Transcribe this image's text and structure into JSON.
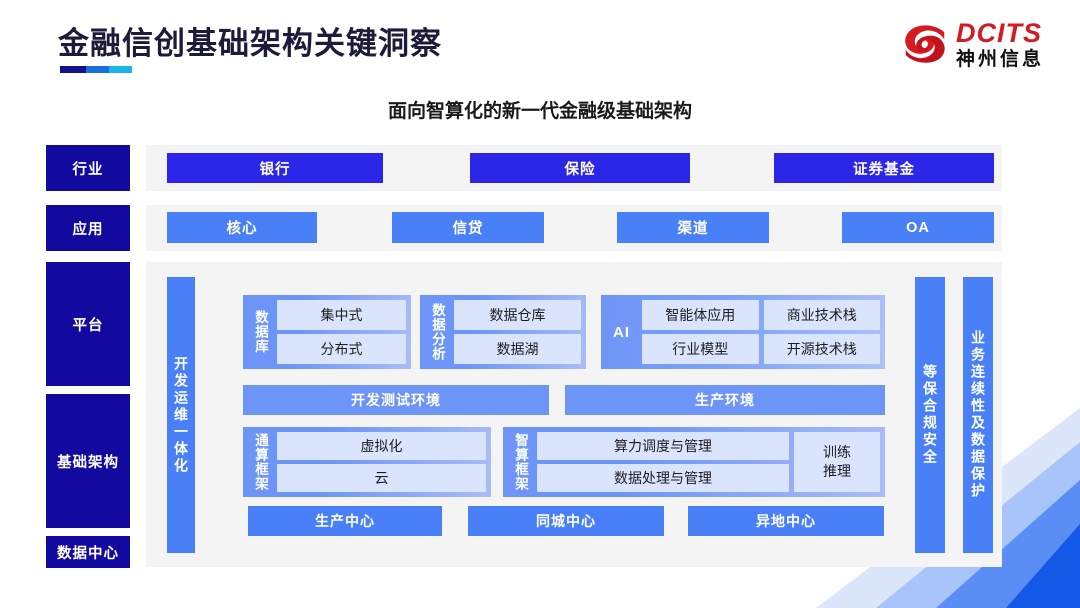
{
  "header": {
    "title": "金融信创基础架构关键洞察",
    "logo": {
      "mark": "swirl-icon",
      "en": "DCITS",
      "cn": "神州信息",
      "color": "#d71920"
    }
  },
  "subtitle": "面向智算化的新一代金融级基础架构",
  "colors": {
    "rail": "#120a9e",
    "industry_pill": "#2b26e8",
    "app_pill": "#4a80f7",
    "panel_bg": "#f4f4f5",
    "group_bg": "#6d95f7",
    "cell_bg": "#dae4fc"
  },
  "rails": [
    {
      "label": "行业"
    },
    {
      "label": "应用"
    },
    {
      "label": "平台"
    },
    {
      "label": "基础架构"
    },
    {
      "label": "数据中心"
    }
  ],
  "industry_row": [
    {
      "label": "银行"
    },
    {
      "label": "保险"
    },
    {
      "label": "证券基金"
    }
  ],
  "application_row": [
    {
      "label": "核心"
    },
    {
      "label": "信贷"
    },
    {
      "label": "渠道"
    },
    {
      "label": "OA"
    }
  ],
  "devops_bar": {
    "label": "开发运维一体化"
  },
  "platform_groups": [
    {
      "label": "数据库",
      "rows": [
        [
          "集中式"
        ],
        [
          "分布式"
        ]
      ]
    },
    {
      "label": "数据分析",
      "rows": [
        [
          "数据仓库"
        ],
        [
          "数据湖"
        ]
      ]
    },
    {
      "label": "AI",
      "rows": [
        [
          "智能体应用",
          "商业技术栈"
        ],
        [
          "行业模型",
          "开源技术栈"
        ]
      ]
    }
  ],
  "environment_row": [
    {
      "label": "开发测试环境"
    },
    {
      "label": "生产环境"
    }
  ],
  "compute_groups": [
    {
      "label": "通算框架",
      "rows": [
        [
          "虚拟化"
        ],
        [
          "云"
        ]
      ],
      "side": null
    },
    {
      "label": "智算框架",
      "rows": [
        [
          "算力调度与管理"
        ],
        [
          "数据处理与管理"
        ]
      ],
      "side": "训练\n推理"
    }
  ],
  "datacenter_row": [
    {
      "label": "生产中心"
    },
    {
      "label": "同城中心"
    },
    {
      "label": "异地中心"
    }
  ],
  "right_bars": [
    {
      "label": "等保合规安全"
    },
    {
      "label": "业务连续性及数据保护"
    }
  ]
}
